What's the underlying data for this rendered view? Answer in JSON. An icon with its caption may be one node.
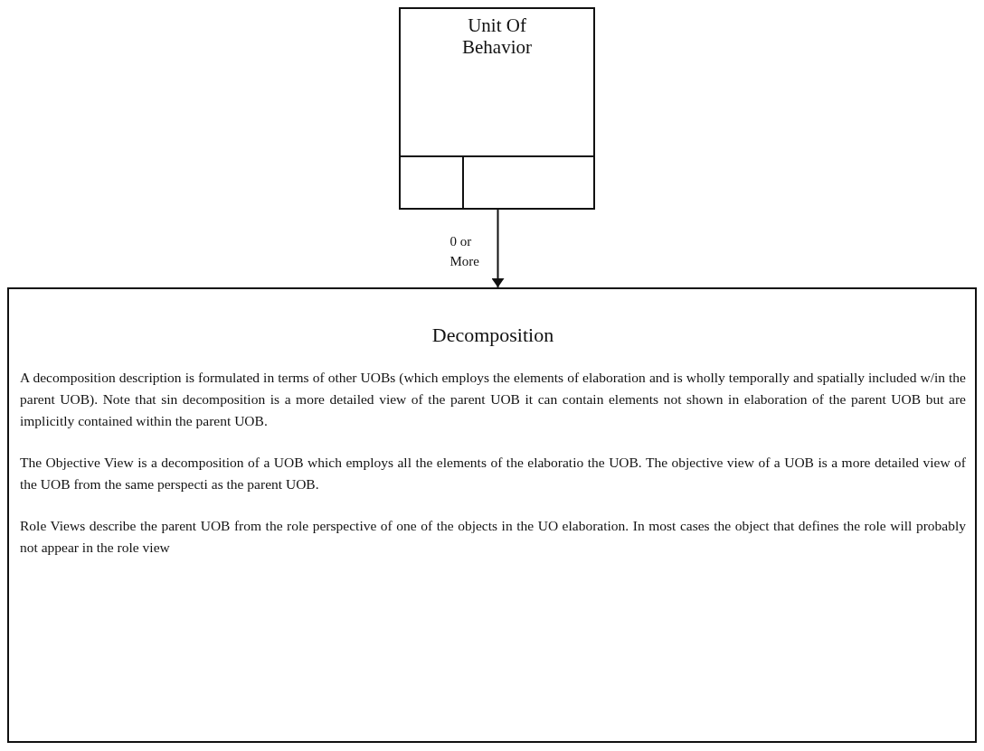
{
  "diagram": {
    "nodes": [
      {
        "text": [
          "Unit Of Behavior"
        ]
      },
      {
        "text": [
          "Decomposition",
          "A decomposition description is formulated in terms of other UOBs (which employs the elements of elaboration and is wholly temporally and spatially included w/in the parent UOB).  Note that sin decomposition is a more detailed view of the parent UOB it can contain elements not shown in elaboration of the parent UOB but are implicitly contained within the parent UOB.",
          "The Objective View is a decomposition of a UOB which employs all the elements of the elaboratio the UOB. The objective view of a UOB is a more detailed view of the UOB from the same perspecti as the parent UOB.",
          "Role Views describe the parent UOB from the role perspective of one of the objects in the UO elaboration.  In most cases the object that defines the role will probably not appear in the role view"
        ]
      }
    ],
    "edges": [
      {
        "from": 0,
        "to": 1,
        "arrow": "to",
        "label": "0 or More"
      }
    ]
  }
}
